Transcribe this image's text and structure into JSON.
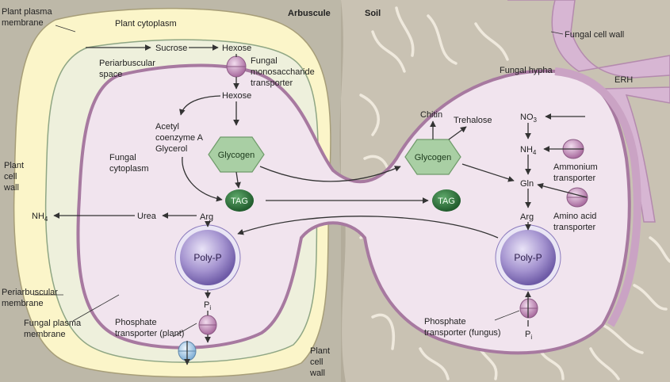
{
  "regions": {
    "arbuscule": "Arbuscule",
    "soil": "Soil",
    "plant_cytoplasm": "Plant cytoplasm",
    "plant_plasma_membrane": [
      "Plant plasma",
      "membrane"
    ],
    "periarbuscular_space": [
      "Periarbuscular",
      "space"
    ],
    "plant_cell_wall_left": [
      "Plant",
      "cell",
      "wall"
    ],
    "plant_cell_wall_bottom": [
      "Plant",
      "cell",
      "wall"
    ],
    "fungal_cytoplasm": [
      "Fungal",
      "cytoplasm"
    ],
    "periarbuscular_membrane": [
      "Periarbuscular",
      "membrane"
    ],
    "fungal_plasma_membrane": [
      "Fungal plasma",
      "membrane"
    ],
    "fungal_cell_wall": "Fungal cell wall",
    "fungal_hypha": "Fungal hypha",
    "erh": "ERH"
  },
  "molecules": {
    "sucrose": "Sucrose",
    "hexose_top": "Hexose",
    "hexose_mid": "Hexose",
    "acetyl_coa": [
      "Acetyl",
      "coenzyme A",
      "Glycerol"
    ],
    "glycogen_left": "Glycogen",
    "glycogen_right": "Glycogen",
    "tag_left": "TAG",
    "tag_right": "TAG",
    "chitin": "Chitin",
    "trehalose": "Trehalose",
    "no3": "NO3",
    "nh4_right": "NH4",
    "nh4_left": "NH4",
    "gln": "Gln",
    "arg_right": "Arg",
    "arg_left": "Arg",
    "urea": "Urea",
    "polyp_left": "Poly-P",
    "polyp_right": "Poly-P",
    "pi_left": "Pi",
    "pi_right": "Pi"
  },
  "transporters": {
    "fungal_monosaccharide": [
      "Fungal",
      "monosaccharide",
      "transporter"
    ],
    "ammonium": [
      "Ammonium",
      "transporter"
    ],
    "amino_acid": [
      "Amino acid",
      "transporter"
    ],
    "phosphate_plant": [
      "Phosphate",
      "transporter (plant)"
    ],
    "phosphate_fungus": [
      "Phosphate",
      "transporter (fungus)"
    ]
  },
  "colors": {
    "plant_cell_wall": "#fbf5c9",
    "periarbuscular_space": "#eef0dc",
    "fungal_cytoplasm": "#f1e4ee",
    "fungal_membrane": "#b48aae",
    "hypha": "#d7b6d3",
    "soil": "#c6bfb0",
    "glycogen": "#a9cfa4",
    "tag": "#2f6e3b",
    "polyp": "#9c8ac7",
    "transporter_fungal": "#c897bf",
    "transporter_plant": "#b9d6ee"
  }
}
